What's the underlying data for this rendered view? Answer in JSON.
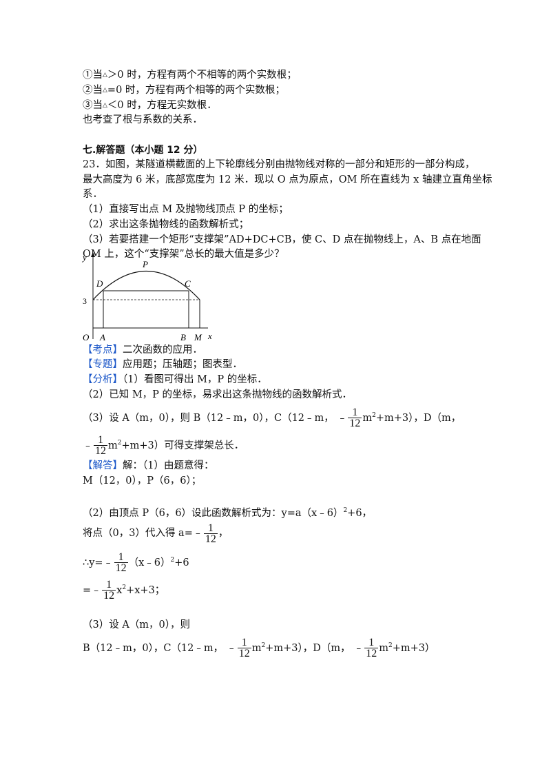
{
  "lines": {
    "l1": "①当",
    "l1b": "△",
    "l1c": "＞0 时，方程有两个不相等的两个实数根；",
    "l2": "②当",
    "l2b": "△",
    "l2c": "=0 时，方程有两个相等的两个实数根；",
    "l3": "③当",
    "l3b": "△",
    "l3c": "＜0 时，方程无实数根．",
    "l4": "也考查了根与系数的关系．",
    "section": "七.解答题（本小题 12 分）",
    "q1": "23．如图，某隧道横截面的上下轮廓线分别由抛物线对称的一部分和矩形的一部分构成，",
    "q2": "最大高度为 6 米，底部宽度为 12 米．现以 O 点为原点，OM 所在直线为 x 轴建立直角坐标",
    "q3": "系．",
    "q4": "（1）直接写出点 M 及抛物线顶点 P 的坐标；",
    "q5": "（2）求出这条抛物线的函数解析式；",
    "q6": "（3）若要搭建一个矩形“支撑架”AD+DC+CB，使 C、D 点在抛物线上，A、B 点在地面",
    "q7": "OM 上，这个“支撑架”总长的最大值是多少？",
    "kd_tag": "【考点】",
    "kd": "二次函数的应用．",
    "zt_tag": "【专题】",
    "zt": "应用题；压轴题；图表型．",
    "fx_tag": "【分析】",
    "fx": "（1）看图可得出 M，P 的坐标．",
    "fx2": "（2）已知 M，P 的坐标，易求出这条抛物线的函数解析式．",
    "fx3a": "（3）设 A（m，0），则 B（12﹣m，0），C（12﹣m，",
    "fx3b": "m",
    "fx3c": "+m+3），D（m，",
    "fx4a": "m",
    "fx4b": "+m+3）可得支撑架总长．",
    "jd_tag": "【解答】",
    "jd": "解：（1）由题意得：",
    "jd2": "M（12，0），P（6，6）；",
    "s2a": "（2）由顶点 P（6，6）设此函数解析式为：y=a（x﹣6）",
    "s2b": "+6，",
    "s3a": "将点（0，3）代入得 a=",
    "s3b": "，",
    "s4a": "∴y=",
    "s4b": "（x﹣6）",
    "s4c": "+6",
    "s5a": "=",
    "s5b": "x",
    "s5c": "+x+3；",
    "s6": "（3）设 A（m，0），则",
    "s7a": "B（12﹣m，0），C（12﹣m，",
    "s7b": "m",
    "s7c": "+m+3），D（m，",
    "s7d": "m",
    "s7e": "+m+3）"
  },
  "math": {
    "minus": "﹣",
    "one": "1",
    "twelve": "12",
    "two": "2"
  },
  "figure": {
    "y_label": "y",
    "x_label": "x",
    "p_label": "P",
    "d_label": "D",
    "c_label": "C",
    "three_label": "3",
    "o_label": "O",
    "a_label": "A",
    "b_label": "B",
    "m_label": "M"
  },
  "colors": {
    "tag": "#1a56c8",
    "text": "#111111"
  }
}
